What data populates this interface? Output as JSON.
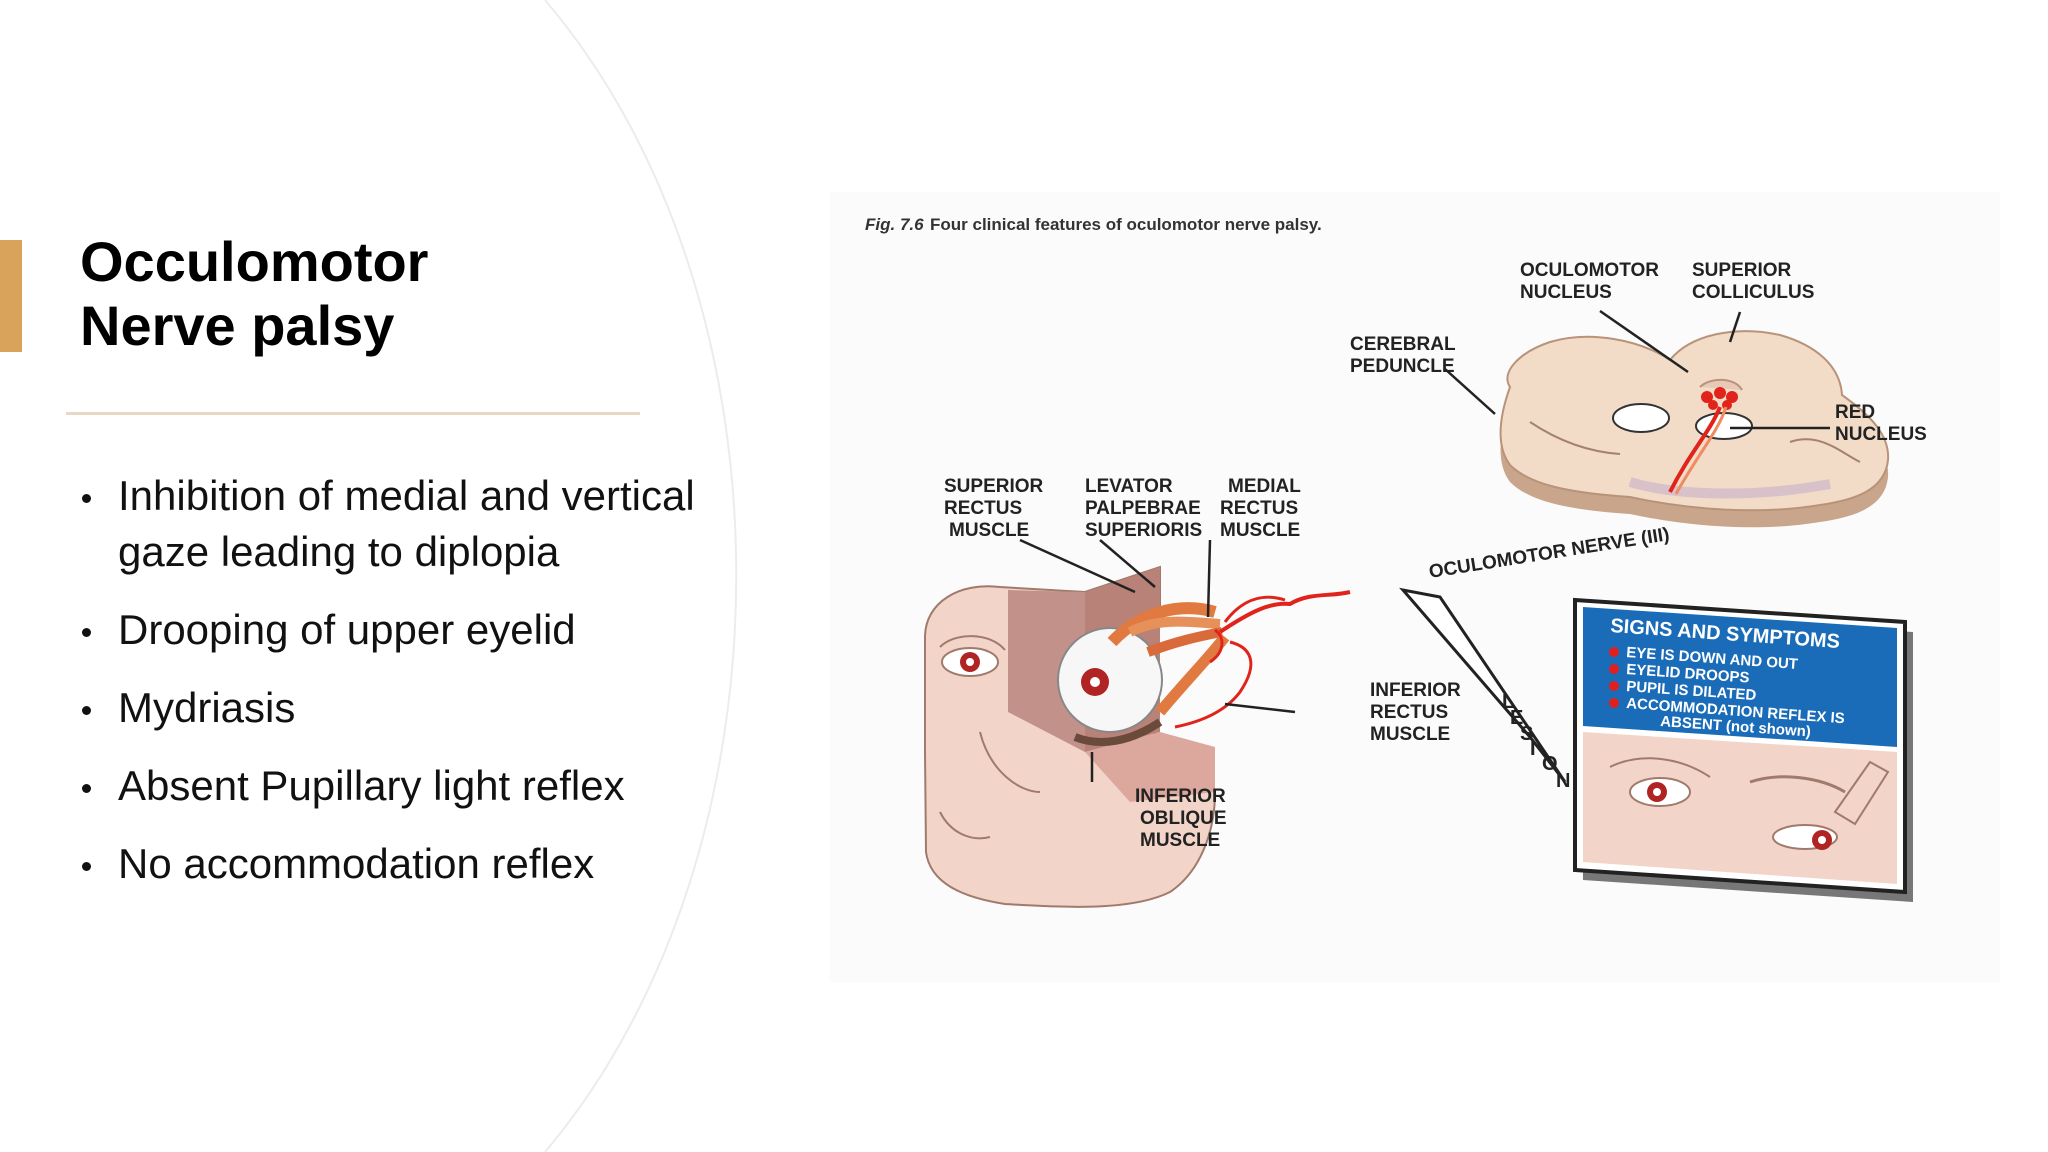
{
  "slide": {
    "title_line1": "Occulomotor",
    "title_line2": "Nerve palsy",
    "bullets": [
      "Inhibition of medial and vertical gaze leading to diplopia",
      "Drooping of upper eyelid",
      "Mydriasis",
      "Absent Pupillary light reflex",
      "No accommodation reflex"
    ],
    "accent_color": "#d9a35c"
  },
  "figure": {
    "caption_number": "Fig. 7.6",
    "caption_text": "Four clinical features of oculomotor nerve palsy.",
    "labels": {
      "oculomotor_nucleus": [
        "OCULOMOTOR",
        "NUCLEUS"
      ],
      "superior_colliculus": [
        "SUPERIOR",
        "COLLICULUS"
      ],
      "cerebral_peduncle": [
        "CEREBRAL",
        "PEDUNCLE"
      ],
      "red_nucleus": [
        "RED",
        "NUCLEUS"
      ],
      "superior_rectus": [
        "SUPERIOR",
        "RECTUS",
        "MUSCLE"
      ],
      "levator_palpebrae": [
        "LEVATOR",
        "PALPEBRAE",
        "SUPERIORIS"
      ],
      "medial_rectus": [
        "MEDIAL",
        "RECTUS",
        "MUSCLE"
      ],
      "oculomotor_nerve": "OCULOMOTOR NERVE (III)",
      "inferior_rectus": [
        "INFERIOR",
        "RECTUS",
        "MUSCLE"
      ],
      "inferior_oblique": [
        "INFERIOR",
        "OBLIQUE",
        "MUSCLE"
      ],
      "lesion_letters": [
        "L",
        "E",
        "S",
        "I",
        "O",
        "N"
      ]
    },
    "signs_box": {
      "title": "SIGNS AND SYMPTOMS",
      "items": [
        "EYE IS DOWN AND OUT",
        "EYELID DROOPS",
        "PUPIL IS DILATED",
        "ACCOMMODATION REFLEX IS",
        "ABSENT (not shown)"
      ],
      "box_color": "#1a6cb8",
      "bullet_color": "#e02020"
    },
    "nerve_color": "#e0241b",
    "skin_color": "#f3d4c8"
  }
}
